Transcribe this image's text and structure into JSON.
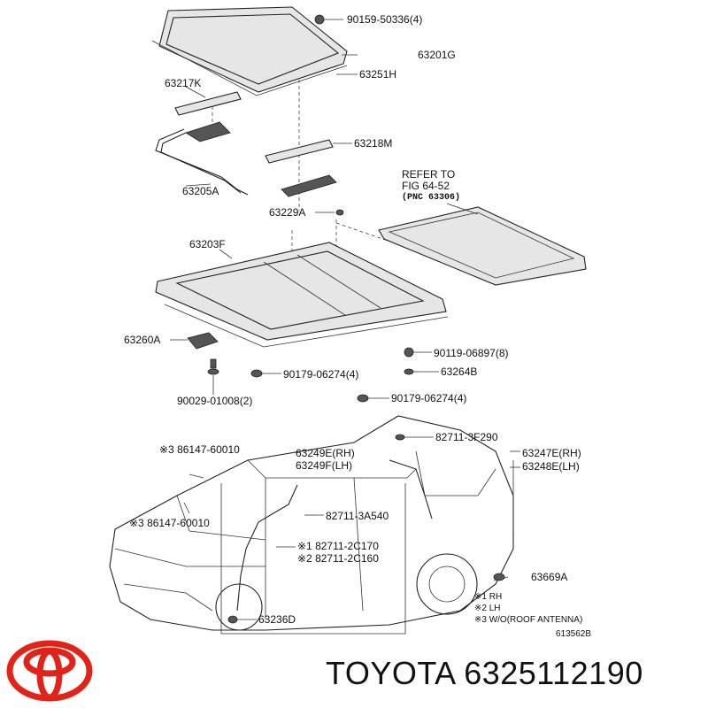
{
  "labels": {
    "p90159": "90159-50336(4)",
    "p63201g": "63201G",
    "p63251h": "63251H",
    "p63217k": "63217K",
    "p63218m": "63218M",
    "p63205a": "63205A",
    "refer1": "REFER TO",
    "refer2": "FIG 64-52",
    "refer3": "(PNC 63306)",
    "p63229a": "63229A",
    "p63203f": "63203F",
    "p63260a": "63260A",
    "p90119": "90119-06897(8)",
    "p63264b": "63264B",
    "p90179a": "90179-06274(4)",
    "p90029": "90029-01008(2)",
    "p90179b": "90179-06274(4)",
    "p82711_3f290": "82711-3F290",
    "p86147_top": "※3 86147-60010",
    "p63249e": "63249E(RH)",
    "p63249f": "63249F(LH)",
    "p63247e": "63247E(RH)",
    "p63248e": "63248E(LH)",
    "p82711_3a540": "82711-3A540",
    "p86147_mid": "※3 86147-60010",
    "p82711_2c170": "※1 82711-2C170",
    "p82711_2c160": "※2 82711-2C160",
    "p63669a": "63669A",
    "p63236d": "63236D",
    "note1": "※1 RH",
    "note2": "※2 LH",
    "note3": "※3 W/O(ROOF ANTENNA)",
    "figno": "613562B"
  },
  "brand": {
    "text": "TOYOTA 6325112190",
    "logo_icon": "toyota-logo-icon",
    "logo_color": "#e2231a"
  }
}
